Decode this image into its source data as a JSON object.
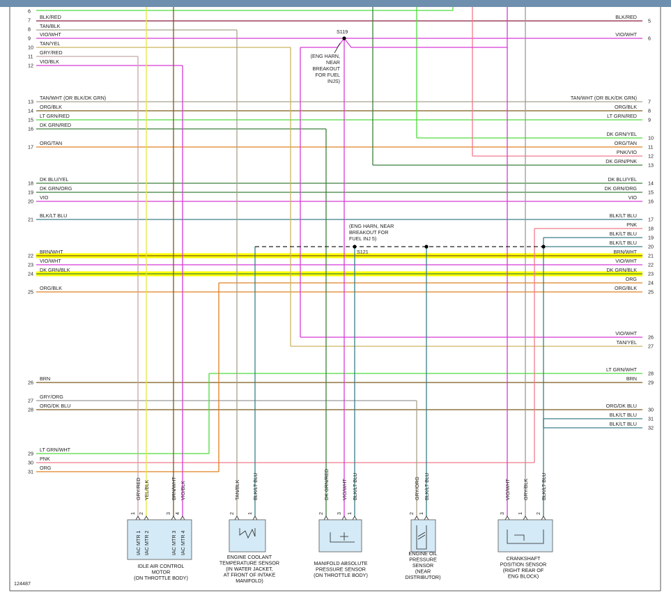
{
  "diagram_id": "124487",
  "splices": {
    "s119": "S119",
    "s121": "S121"
  },
  "notes": {
    "s119_note": [
      "(ENG HARN,",
      "NEAR",
      "BREAKOUT",
      "FOR FUEL",
      "INJS)"
    ],
    "s121_note": [
      "(ENG HARN, NEAR",
      "BREAKOUT FOR",
      "FUEL INJ 5)"
    ]
  },
  "left_pins": [
    "6",
    "7",
    "8",
    "9",
    "10",
    "11",
    "12",
    "13",
    "14",
    "15",
    "16",
    "17",
    "18",
    "19",
    "20",
    "21",
    "22",
    "23",
    "24",
    "25",
    "26",
    "27",
    "28",
    "29",
    "30",
    "31"
  ],
  "right_pins": [
    "5",
    "6",
    "7",
    "8",
    "9",
    "10",
    "11",
    "12",
    "13",
    "14",
    "15",
    "16",
    "17",
    "18",
    "19",
    "20",
    "21",
    "22",
    "23",
    "24",
    "25",
    "26",
    "27",
    "28",
    "29",
    "30",
    "31",
    "32"
  ],
  "left_wires": [
    "BLK/RED",
    "TAN/BLK",
    "VIO/WHT",
    "TAN/YEL",
    "GRY/RED",
    "VIO/BLK",
    "TAN/WHT (OR BLK/DK GRN)",
    "ORG/BLK",
    "LT GRN/RED",
    "DK GRN/RED",
    "ORG/TAN",
    "DK BLU/YEL",
    "DK GRN/ORG",
    "VIO",
    "BLK/LT BLU",
    "BRN/WHT",
    "VIO/WHT",
    "DK GRN/BLK",
    "ORG/BLK",
    "BRN",
    "GRY/ORG",
    "ORG/DK BLU",
    "LT GRN/WHT",
    "PNK",
    "ORG"
  ],
  "right_wires": [
    "BLK/RED",
    "VIO/WHT",
    "TAN/WHT (OR BLK/DK GRN)",
    "ORG/BLK",
    "LT GRN/RED",
    "DK GRN/YEL",
    "ORG/TAN",
    "PNK/VIO",
    "DK GRN/PNK",
    "DK BLU/YEL",
    "DK GRN/ORG",
    "VIO",
    "BLK/LT BLU",
    "PNK",
    "BLK/LT BLU",
    "BLK/LT BLU",
    "BRN/WHT",
    "VIO/WHT",
    "DK GRN/BLK",
    "ORG",
    "ORG/BLK",
    "VIO/WHT",
    "TAN/YEL",
    "LT GRN/WHT",
    "BRN",
    "ORG/DK BLU",
    "BLK/LT BLU",
    "BLK/LT BLU"
  ],
  "components": {
    "iac": {
      "caption": [
        "IDLE AIR CONTROL",
        "MOTOR",
        "(ON THROTTLE BODY)"
      ],
      "wires": [
        "GRY/RED",
        "YEL/BLK",
        "BRN/WHT",
        "VIO/BLK"
      ],
      "pins": [
        "1",
        "2",
        "3",
        "4"
      ],
      "inner": [
        "IAC MTR 1",
        "IAC MTR 2",
        "IAC MTR 3",
        "IAC MTR 4"
      ]
    },
    "ect": {
      "caption": [
        "ENGINE COOLANT",
        "TEMPERATURE SENSOR",
        "(IN WATER JACKET,",
        "AT FRONT OF INTAKE",
        "MANIFOLD)"
      ],
      "wires": [
        "TAN/BLK",
        "BLK/LT BLU"
      ],
      "pins": [
        "2",
        "1"
      ]
    },
    "map": {
      "caption": [
        "MANIFOLD ABSOLUTE",
        "PRESSURE SENSOR",
        "(ON THROTTLE BODY)"
      ],
      "wires": [
        "DK GRN/RED",
        "VIO/WHT",
        "BLK/LT BLU"
      ],
      "pins": [
        "2",
        "3",
        "1"
      ]
    },
    "oil": {
      "caption": [
        "ENGINE OIL",
        "PRESSURE",
        "SENSOR",
        "(NEAR",
        "DISTRIBUTOR)"
      ],
      "wires": [
        "GRY/ORG",
        "BLK/LT BLU"
      ],
      "pins": [
        "2",
        "1"
      ]
    },
    "ckp": {
      "caption": [
        "CRANKSHAFT",
        "POSITION SENSOR",
        "(RIGHT REAR OF",
        "ENG BLOCK)"
      ],
      "wires": [
        "VIO/WHT",
        "GRY/BLK",
        "BLK/LT BLU"
      ],
      "pins": [
        "3",
        "1",
        "2"
      ]
    }
  },
  "colors": {
    "blk_red": "#8a1c3a",
    "tan": "#a8a08a",
    "vio": "#d63bd6",
    "tan_yel": "#c9b560",
    "gry_red": "#c8a8a8",
    "yel": "#e6e640",
    "brn": "#7a5b1a",
    "org": "#e08020",
    "lt_grn": "#4ddc3a",
    "dk_grn": "#3c7f3c",
    "blk_lt_blu": "#3a7f86",
    "pnk": "#f07a8a",
    "gry": "#9a9a9a",
    "highlight": "#ffff00",
    "header": "#6f8fae"
  }
}
